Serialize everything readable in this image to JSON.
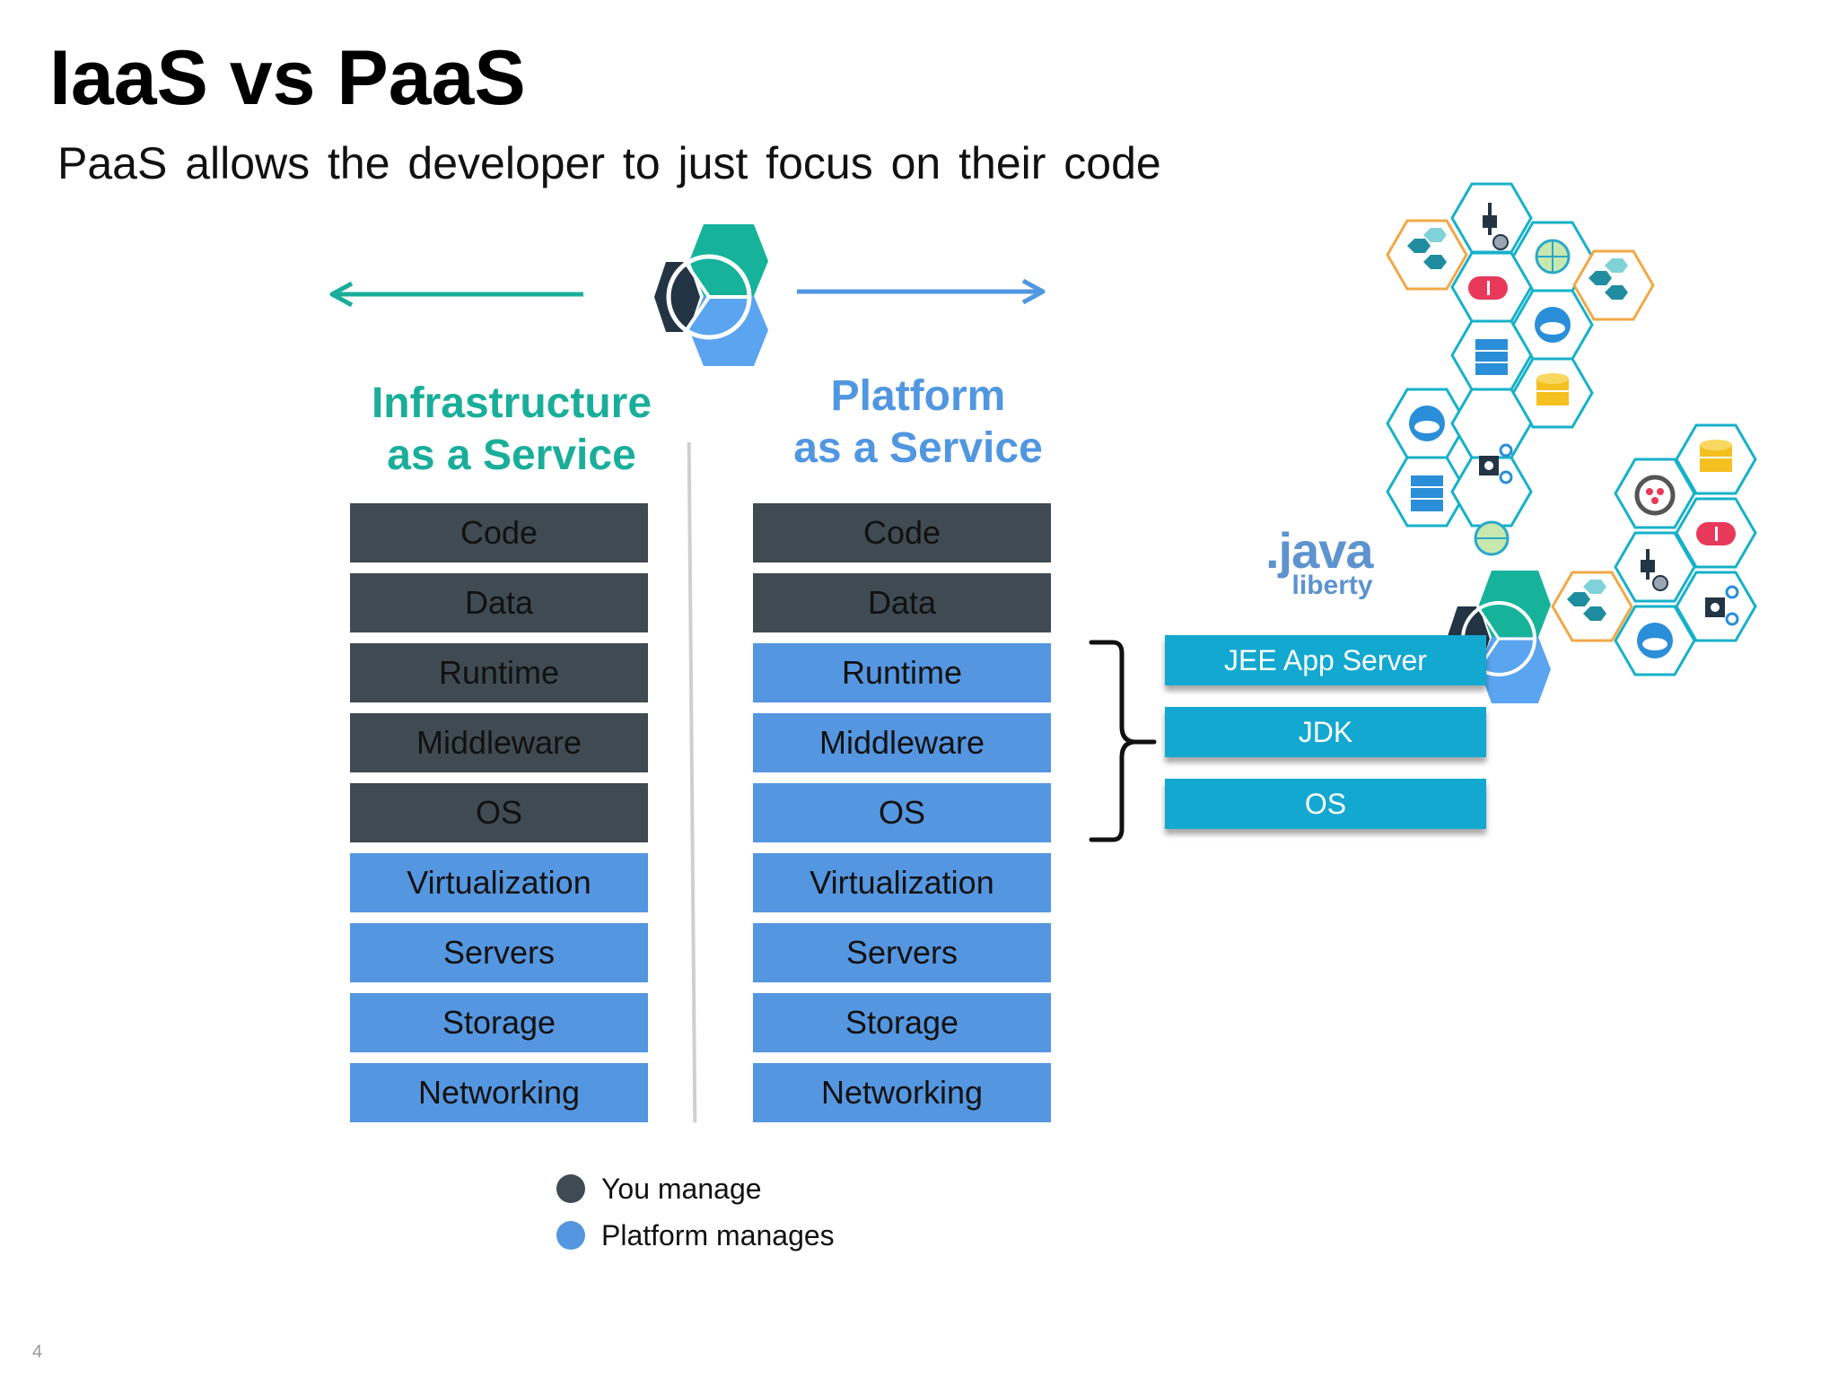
{
  "slide": {
    "title": "IaaS vs PaaS",
    "subtitle": "PaaS allows the developer to just focus on their code",
    "page_number": "4"
  },
  "columns": {
    "iaas": {
      "heading_line1": "Infrastructure",
      "heading_line2": "as a Service",
      "layers": [
        {
          "label": "Code",
          "managed_by": "you"
        },
        {
          "label": "Data",
          "managed_by": "you"
        },
        {
          "label": "Runtime",
          "managed_by": "you"
        },
        {
          "label": "Middleware",
          "managed_by": "you"
        },
        {
          "label": "OS",
          "managed_by": "you"
        },
        {
          "label": "Virtualization",
          "managed_by": "platform"
        },
        {
          "label": "Servers",
          "managed_by": "platform"
        },
        {
          "label": "Storage",
          "managed_by": "platform"
        },
        {
          "label": "Networking",
          "managed_by": "platform"
        }
      ]
    },
    "paas": {
      "heading_line1": "Platform",
      "heading_line2": "as a Service",
      "layers": [
        {
          "label": "Code",
          "managed_by": "you"
        },
        {
          "label": "Data",
          "managed_by": "you"
        },
        {
          "label": "Runtime",
          "managed_by": "platform"
        },
        {
          "label": "Middleware",
          "managed_by": "platform"
        },
        {
          "label": "OS",
          "managed_by": "platform"
        },
        {
          "label": "Virtualization",
          "managed_by": "platform"
        },
        {
          "label": "Servers",
          "managed_by": "platform"
        },
        {
          "label": "Storage",
          "managed_by": "platform"
        },
        {
          "label": "Networking",
          "managed_by": "platform"
        }
      ]
    }
  },
  "java_liberty": {
    "logo_word": ".java",
    "logo_sub": "liberty",
    "layers": [
      "JEE App Server",
      "JDK",
      "OS"
    ]
  },
  "legend": {
    "you_manage": "You manage",
    "platform_manages": "Platform manages"
  },
  "colors": {
    "you_manage": "#3f4a52",
    "platform_manages": "#5596e0",
    "iaas_heading": "#1aae9a",
    "paas_heading": "#5196e0",
    "java_layer": "#12a8d0",
    "logo_dark": "#233545",
    "logo_teal": "#16b39a",
    "logo_blue": "#5aa4f0"
  },
  "icons": {
    "center_logo": "bluemix-hexagon-logo-icon",
    "service_cluster": [
      "hexagon-cluster-icon",
      "plug-icon",
      "globe-icon",
      "cloud-icon",
      "database-icon",
      "server-rack-icon",
      "gear-chip-icon",
      "message-badge-icon",
      "dots-circle-icon"
    ]
  }
}
